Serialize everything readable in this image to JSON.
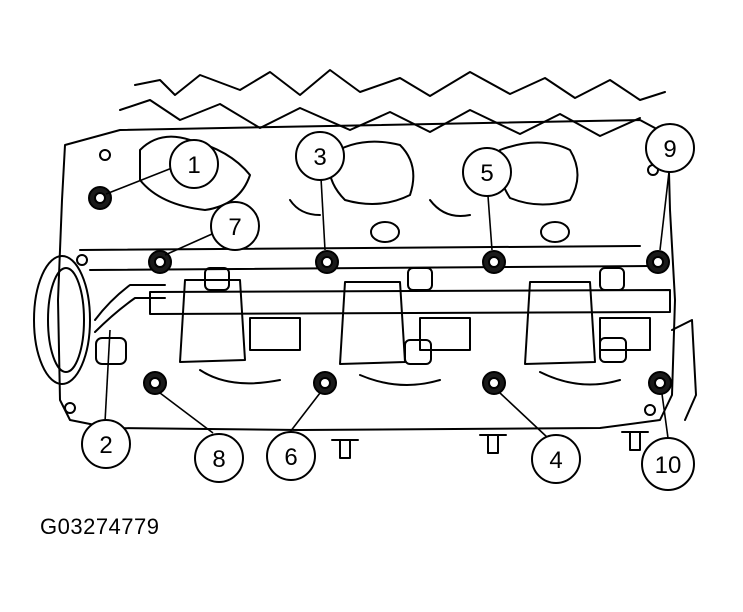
{
  "figure": {
    "id_label": "G03274779"
  },
  "callouts": [
    {
      "label": "1"
    },
    {
      "label": "2"
    },
    {
      "label": "3"
    },
    {
      "label": "4"
    },
    {
      "label": "5"
    },
    {
      "label": "6"
    },
    {
      "label": "7"
    },
    {
      "label": "8"
    },
    {
      "label": "9"
    },
    {
      "label": "10"
    }
  ],
  "colors": {
    "line": "#000000",
    "background": "#ffffff",
    "bolt_fill": "#1a1a1a"
  }
}
